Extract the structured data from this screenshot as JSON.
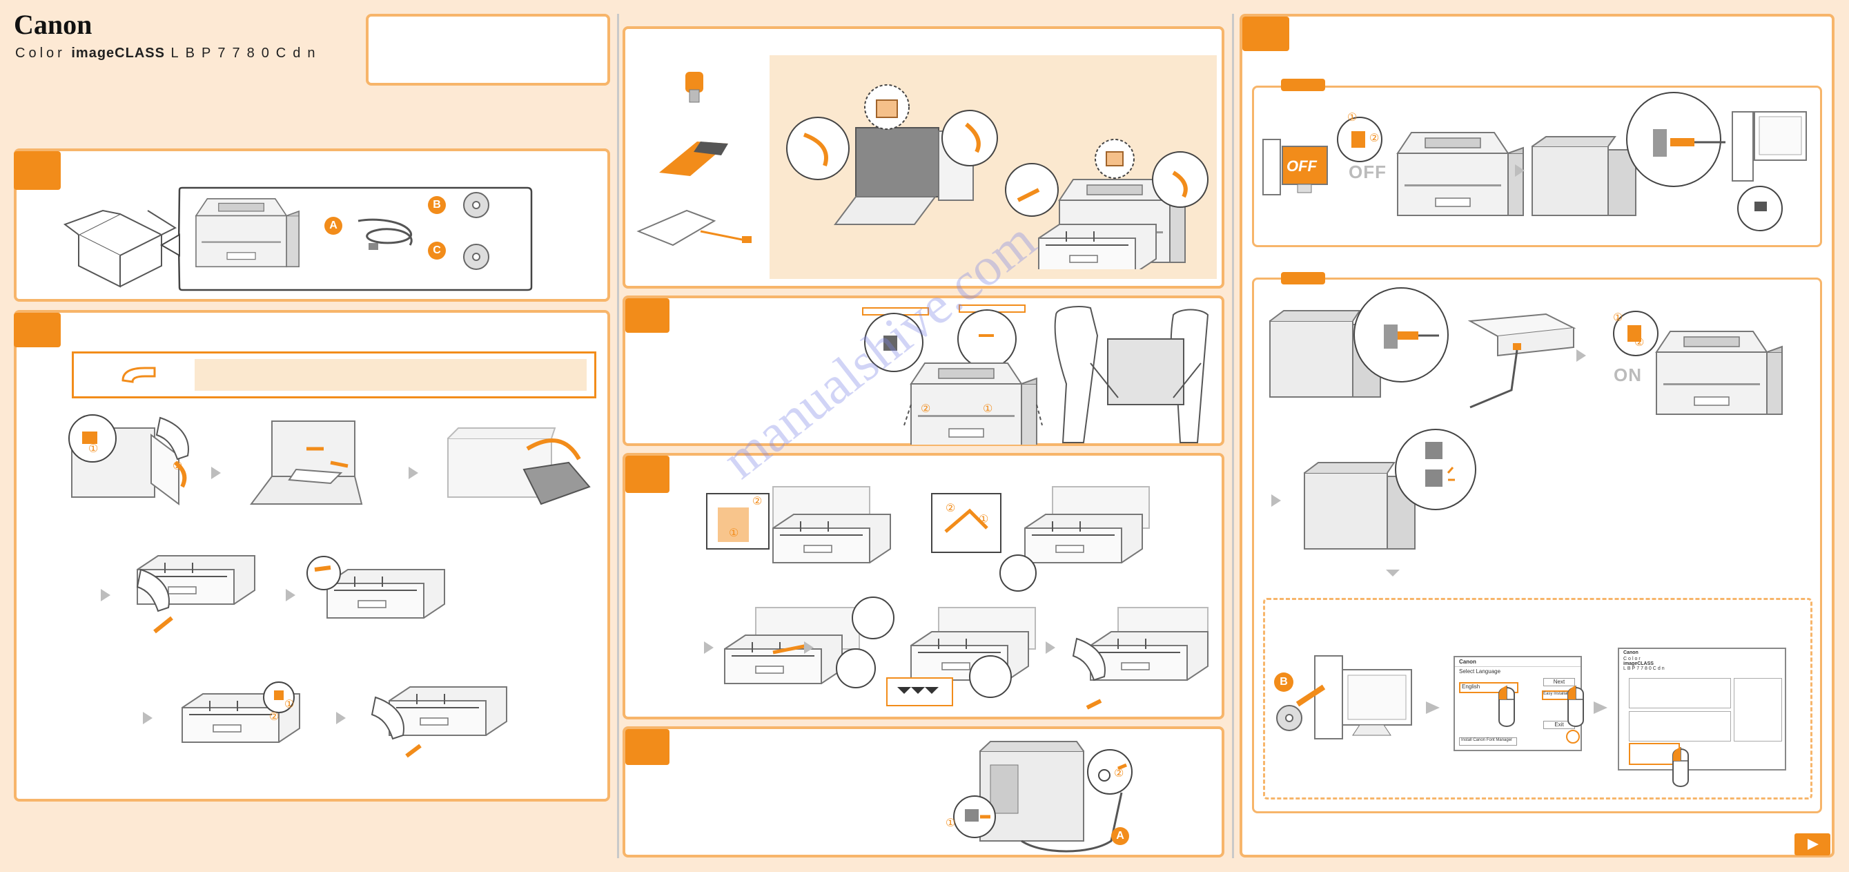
{
  "brand": {
    "logo": "Canon",
    "product_prefix": "Color",
    "product_name": "imageCLASS",
    "model": "LBP7780Cdn"
  },
  "labels": {
    "badge_a": "A",
    "badge_b": "B",
    "badge_c": "C",
    "circled_1": "①",
    "circled_2": "②",
    "off_screen": "OFF",
    "off_text": "OFF",
    "on_text": "ON",
    "cd_badge": "B"
  },
  "setup_screens": {
    "language_window_title": "Canon",
    "language_heading": "Select Language",
    "language_selected": "English",
    "language_button_1": "Next",
    "language_button_2": "Easy Installation",
    "language_button_3": "Exit",
    "language_footer_button": "Install Canon Font Manager",
    "menu_window_title": "Canon",
    "menu_brand_line_1": "Color",
    "menu_brand_line_2": "imageCLASS",
    "menu_brand_line_3": "LBP7780Cdn"
  },
  "icons": {
    "next_arrow": "play-triangle-icon",
    "flow_arrow": "right-arrow-icon",
    "down_arrow": "down-arrow-icon"
  },
  "colors": {
    "accent": "#f28c1a",
    "panel_border": "#f7b56a",
    "background": "#fde9d4",
    "cream": "#fbe8cf",
    "watermark": "#7d86e8"
  },
  "watermark": "manualshive.com"
}
